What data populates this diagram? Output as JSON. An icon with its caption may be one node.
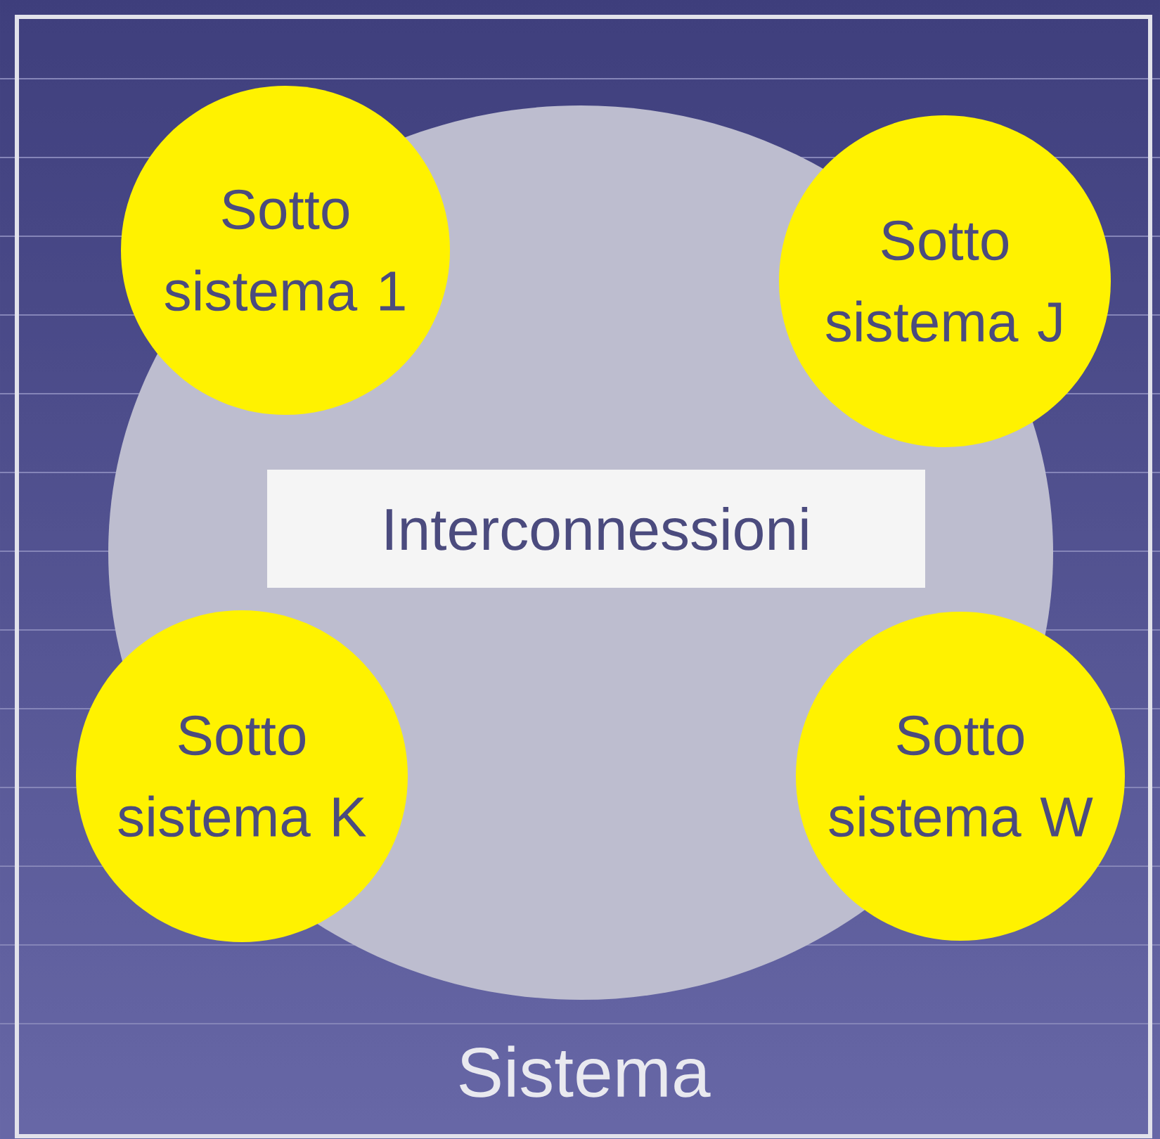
{
  "diagram": {
    "nodes": [
      {
        "text": [
          "Sistema"
        ]
      },
      {
        "text": [],
        "shape": "circle",
        "in": 0
      },
      {
        "text": [
          "Interconnessioni"
        ],
        "in": 1
      },
      {
        "text": [
          "Sotto sistema 1"
        ],
        "in": 0
      },
      {
        "text": [
          "Sotto sistema J"
        ],
        "in": 0
      },
      {
        "text": [
          "Sotto sistema K"
        ],
        "in": 0
      },
      {
        "text": [
          "Sotto sistema W"
        ],
        "in": 0
      }
    ]
  }
}
